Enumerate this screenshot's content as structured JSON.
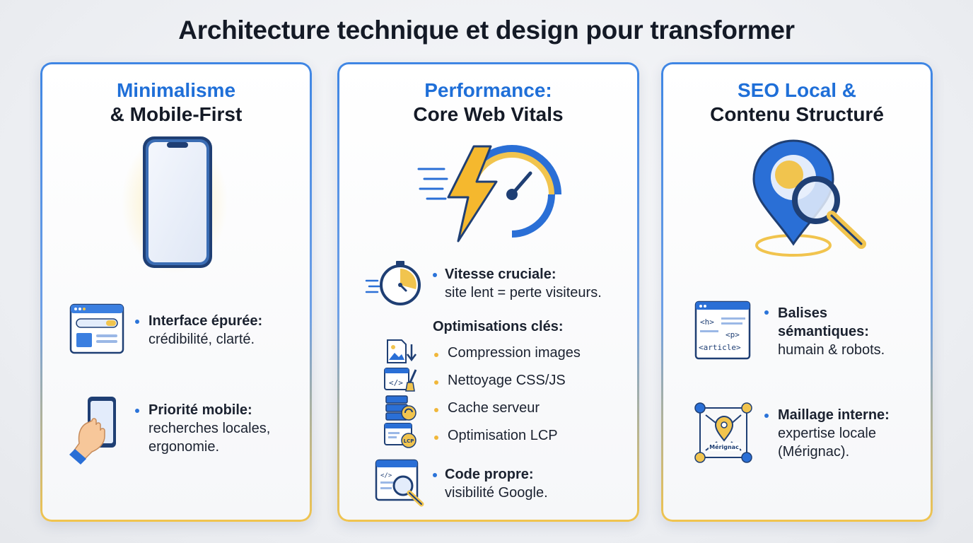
{
  "title": "Architecture technique et design pour transformer",
  "colors": {
    "blue": "#1f6fd8",
    "yellow": "#f1c44e",
    "dark": "#141a26"
  },
  "cards": [
    {
      "heading_line1": "Minimalisme",
      "heading_line2": "& Mobile-First",
      "hero_icon": "smartphone-icon",
      "items": [
        {
          "icon": "web-layout-icon",
          "title": "Interface épurée:",
          "desc": "crédibilité, clarté."
        },
        {
          "icon": "hand-phone-icon",
          "title": "Priorité mobile:",
          "desc_line1": "recherches locales,",
          "desc_line2": "ergonomie."
        }
      ]
    },
    {
      "heading_line1": "Performance:",
      "heading_line2": "Core Web Vitals",
      "hero_icon": "lightning-speedometer-icon",
      "items": [
        {
          "icon": "stopwatch-icon",
          "title": "Vitesse cruciale:",
          "desc": "site lent = perte visiteurs."
        }
      ],
      "optimisations_title": "Optimisations clés:",
      "optimisations": [
        {
          "icon": "image-compress-icon",
          "label": "Compression images"
        },
        {
          "icon": "code-clean-icon",
          "label": "Nettoyage CSS/JS"
        },
        {
          "icon": "server-cache-icon",
          "label": "Cache serveur"
        },
        {
          "icon": "lcp-icon",
          "label": "Optimisation LCP",
          "icon_text": "LCP"
        }
      ],
      "final_item": {
        "icon": "code-search-icon",
        "title": "Code propre:",
        "desc": "visibilité Google."
      }
    },
    {
      "heading_line1": "SEO Local &",
      "heading_line2": "Contenu Structuré",
      "hero_icon": "map-pin-magnifier-icon",
      "items": [
        {
          "icon": "semantic-tags-icon",
          "title_line1": "Balises",
          "title_line2": "sémantiques:",
          "desc": "humain & robots.",
          "tag_h": "<h>",
          "tag_p": "<p>",
          "tag_article": "<article>"
        },
        {
          "icon": "internal-links-icon",
          "title": "Maillage interne:",
          "desc_line1": "expertise locale",
          "desc_line2": "(Mérignac).",
          "icon_text": "Mérignac"
        }
      ]
    }
  ]
}
